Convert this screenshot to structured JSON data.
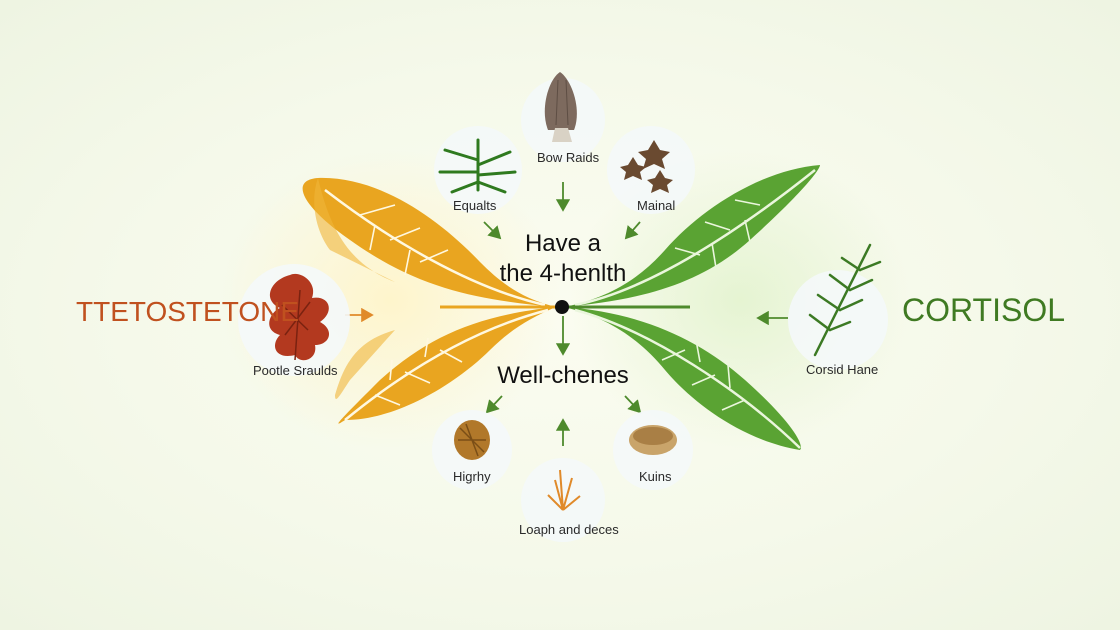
{
  "left_title": "TTETOSTETONE",
  "right_title": "CORTISOL",
  "center_top": [
    "Have a",
    "the 4-henlth"
  ],
  "center_bottom": "Well-chenes",
  "items": {
    "bow_raids": "Bow Raids",
    "equalts": "Equalts",
    "mainal": "Mainal",
    "pootle_sraulds": "Pootle Sraulds",
    "corsid_hane": "Corsid Hane",
    "highy": "Higrhy",
    "kuins": "Kuins",
    "loaph_deces": "Loaph and deces"
  },
  "colors": {
    "testosterone": "#c0511f",
    "cortisol": "#3f7a22",
    "left_leaf": "#e9a520",
    "right_leaf": "#5aa333",
    "arrow_left": "#e08a2a",
    "arrow_green": "#4e8a2c"
  }
}
